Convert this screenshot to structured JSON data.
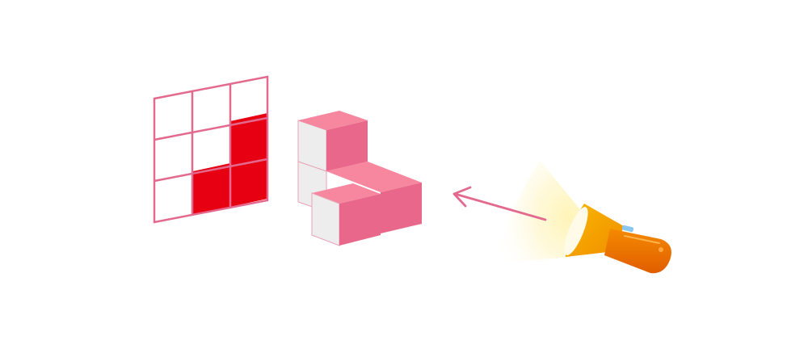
{
  "scene": {
    "description_visible_text": "",
    "projection_grid": {
      "rows": 3,
      "cols": 3,
      "filled_cells": [
        [
          1,
          2
        ],
        [
          2,
          1
        ],
        [
          2,
          2
        ]
      ]
    },
    "colors": {
      "grid_line": "#e36a8e",
      "filled_cell": "#e60012",
      "cube_top": "#f7869f",
      "cube_right": "#e8678a",
      "cube_left": "#ededed",
      "arrow": "#e36a8e",
      "flashlight_body": "#ef6c00",
      "flashlight_head": "#f7a000",
      "flashlight_button": "#8ac7f0",
      "light_beam": "#fff7c8"
    },
    "icons": {
      "grid": "projection-grid-icon",
      "cubes": "cube-stack-icon",
      "arrow": "arrow-left-icon",
      "flashlight": "flashlight-icon"
    }
  }
}
